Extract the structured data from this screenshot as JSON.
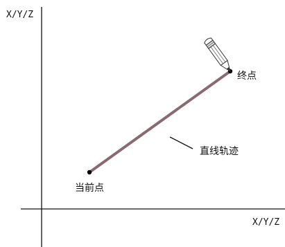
{
  "diagram": {
    "y_axis_label": "X/Y/Z",
    "x_axis_label": "X/Y/Z",
    "start_point_label": "当前点",
    "end_point_label": "终点",
    "path_label": "直线轨迹",
    "colors": {
      "axis": "#111111",
      "trajectory": "#8a6a72",
      "point": "#000000",
      "pencil_outline": "#333333"
    },
    "icons": [
      "pencil-icon"
    ]
  }
}
